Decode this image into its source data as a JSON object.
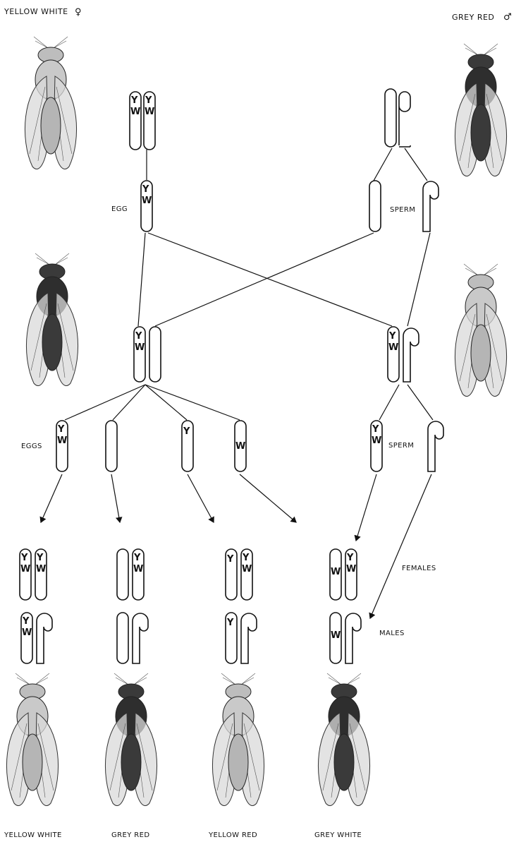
{
  "labels": {
    "parent_female": "YELLOW WHITE",
    "parent_female_symbol": "♀",
    "parent_male": "GREY RED",
    "parent_male_symbol": "♂",
    "egg": "EGG",
    "sperm": "SPERM",
    "eggs": "EGGS",
    "sperm_f1": "SPERM",
    "females": "FEMALES",
    "males": "MALES",
    "offspring": [
      "YELLOW WHITE",
      "GREY RED",
      "YELLOW RED",
      "GREY WHITE"
    ]
  },
  "genes": {
    "yellow": "Y",
    "white": "W"
  },
  "colors": {
    "ink": "#111111",
    "light_body": "#c8c8c8",
    "dark_body": "#2a2a2a",
    "wing": "#d9d9d9"
  }
}
